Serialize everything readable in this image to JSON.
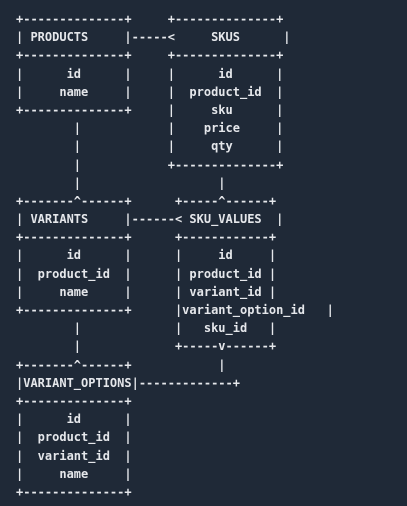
{
  "diagram": {
    "lines": [
      "+--------------+     +--------------+",
      "| PRODUCTS     |-----<     SKUS      |",
      "+--------------+     +--------------+",
      "|      id      |     |      id      |",
      "|     name     |     |  product_id  |",
      "+--------------+     |     sku      |",
      "        |            |    price     |",
      "        |            |     qty      |",
      "        |            +--------------+",
      "        |                   |",
      "+-------^------+      +-----^------+",
      "| VARIANTS     |------< SKU_VALUES  |",
      "+--------------+      +------------+",
      "|      id      |      |     id     |",
      "|  product_id  |      | product_id |",
      "|     name     |      | variant_id |",
      "+--------------+      |variant_option_id   |",
      "        |             |   sku_id   |",
      "        |             +-----v------+",
      "+-------^------+            |",
      "|VARIANT_OPTIONS|-------------+",
      "+--------------+",
      "|      id      |",
      "|  product_id  |",
      "|  variant_id  |",
      "|     name     |",
      "+--------------+"
    ]
  }
}
